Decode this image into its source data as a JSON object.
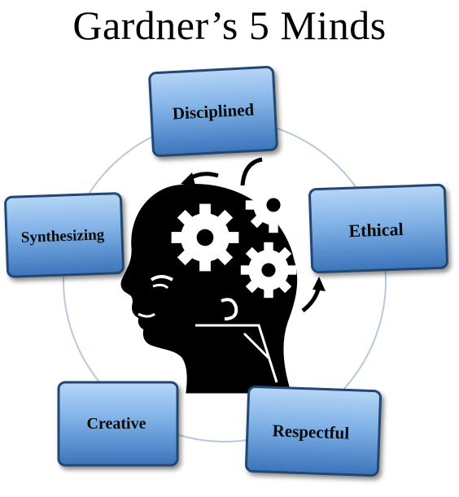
{
  "title": "Gardner’s 5 Minds",
  "nodes": {
    "disciplined": "Disciplined",
    "ethical": "Ethical",
    "respectful": "Respectful",
    "creative": "Creative",
    "synthesizing": "Synthesizing"
  },
  "colors": {
    "box_top": "#9fc6ee",
    "box_bottom": "#3f79c0",
    "box_border": "#23466f",
    "circle": "#b7c9db",
    "head": "#000000",
    "gear": "#ffffff"
  },
  "icon": "head-with-gears-icon"
}
